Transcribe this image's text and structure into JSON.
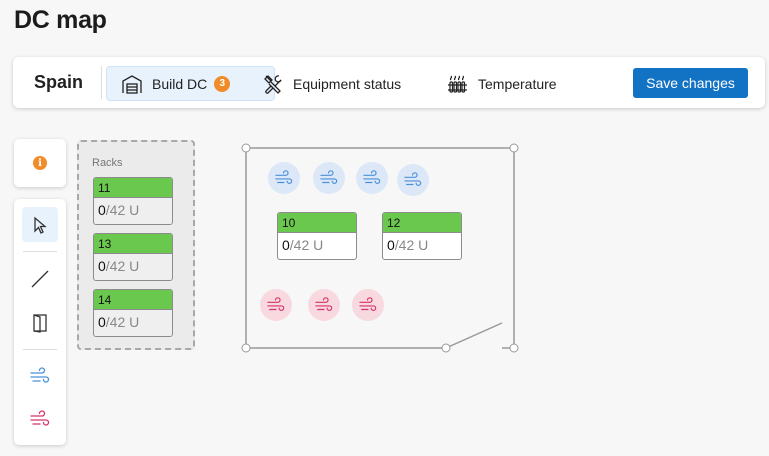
{
  "page": {
    "title": "DC map"
  },
  "toolbar": {
    "site_name": "Spain",
    "tabs": [
      {
        "label": "Build DC",
        "icon": "warehouse-icon",
        "badge": "3",
        "active": true
      },
      {
        "label": "Equipment status",
        "icon": "tools-icon",
        "active": false
      },
      {
        "label": "Temperature",
        "icon": "heat-radiator-icon",
        "active": false
      }
    ],
    "save_label": "Save changes"
  },
  "colors": {
    "accent": "#1273c5",
    "badge": "#f08c2a",
    "rack_header": "#6ac84e",
    "cold_air": "#4a90d9",
    "hot_air": "#d6336c"
  },
  "info": {
    "icon": "info-icon",
    "symbol": "i"
  },
  "tools": [
    {
      "name": "select-tool",
      "icon": "cursor-icon",
      "selected": true
    },
    {
      "name": "wall-tool",
      "icon": "line-icon"
    },
    {
      "name": "door-tool",
      "icon": "door-icon"
    },
    {
      "name": "cold-air-tool",
      "icon": "cold-wind-icon"
    },
    {
      "name": "hot-air-tool",
      "icon": "hot-wind-icon"
    }
  ],
  "racks_panel": {
    "title": "Racks",
    "racks": [
      {
        "id": "11",
        "used": "0",
        "capacity": "/42 U"
      },
      {
        "id": "13",
        "used": "0",
        "capacity": "/42 U"
      },
      {
        "id": "14",
        "used": "0",
        "capacity": "/42 U"
      }
    ]
  },
  "floor": {
    "racks": [
      {
        "id": "10",
        "used": "0",
        "capacity": "/42 U"
      },
      {
        "id": "12",
        "used": "0",
        "capacity": "/42 U"
      }
    ],
    "cold_fans": 4,
    "hot_fans": 3
  }
}
